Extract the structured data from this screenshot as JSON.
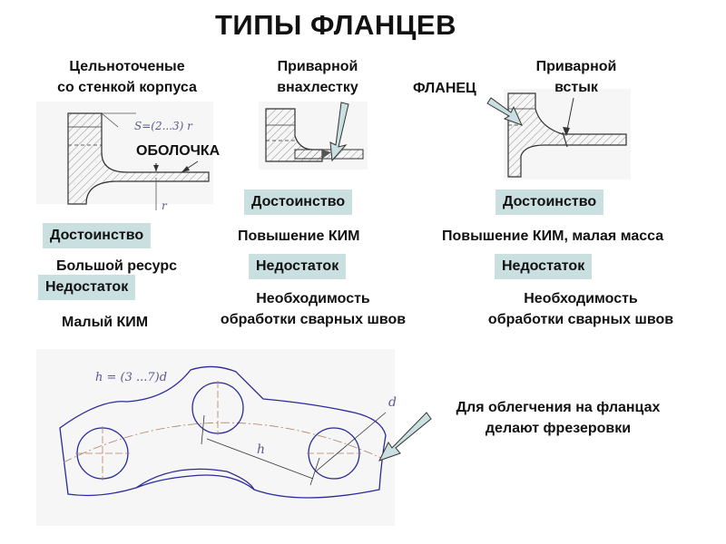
{
  "title": "ТИПЫ ФЛАНЦЕВ",
  "col1": {
    "heading_line1": "Цельноточеные",
    "heading_line2": "со стенкой корпуса",
    "shell_label": "ОБОЛОЧКА",
    "dim_s": "S=(2...3) r",
    "dim_r": "r",
    "advantage_badge": "Достоинство",
    "advantage_text": "Большой ресурс",
    "drawback_badge": "Недостаток",
    "drawback_text": "Малый КИМ"
  },
  "col2": {
    "heading_line1": "Приварной",
    "heading_line2": "внахлестку",
    "advantage_badge": "Достоинство",
    "advantage_text": "Повышение КИМ",
    "drawback_badge": "Недостаток",
    "drawback_line1": "Необходимость",
    "drawback_line2": "обработки сварных швов"
  },
  "col3": {
    "flange_label": "ФЛАНЕЦ",
    "heading_line1": "Приварной",
    "heading_line2": "встык",
    "advantage_badge": "Достоинство",
    "advantage_text": "Повышение КИМ, малая масса",
    "drawback_badge": "Недостаток",
    "drawback_line1": "Необходимость",
    "drawback_line2": "обработки сварных швов"
  },
  "bottom": {
    "formula": "h = (3 ...7)d",
    "dim_d": "d",
    "dim_h": "h",
    "note_line1": "Для облегчения на фланцах",
    "note_line2": "делают фрезеровки"
  },
  "colors": {
    "badge_bg": "#c9dfe0",
    "drawing_line": "#2a2a9a",
    "hatch": "#6a6a6a",
    "arrow_fill": "#c9dfe0"
  }
}
